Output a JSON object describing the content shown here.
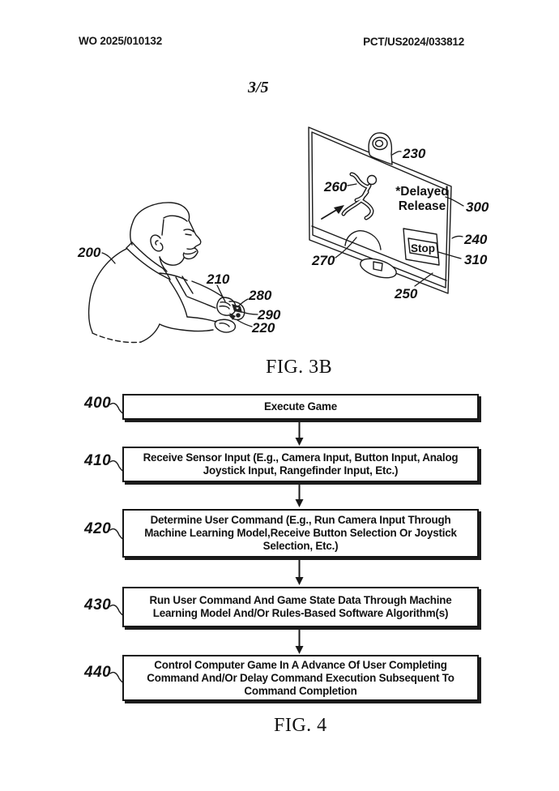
{
  "header": {
    "publication_number": "WO 2025/010132",
    "application_number": "PCT/US2024/033812",
    "sheet": "3/5"
  },
  "fig3b": {
    "caption": "FIG. 3B",
    "refs": {
      "person": "200",
      "controller": "210",
      "hand": "220",
      "camera": "230",
      "display_edge": "240",
      "display_bottom": "250",
      "game_character": "260",
      "display_stand": "270",
      "controller_top": "280",
      "controller_side": "290",
      "annotation": "300",
      "stop_button": "310"
    },
    "screen": {
      "annotation_line1": "*Delayed",
      "annotation_line2": "Release",
      "stop_label": "Stop"
    }
  },
  "fig4": {
    "caption": "FIG. 4",
    "steps": [
      {
        "ref": "400",
        "text": "Execute Game"
      },
      {
        "ref": "410",
        "text": "Receive Sensor Input (E.g., Camera Input, Button Input, Analog Joystick Input, Rangefinder Input, Etc.)"
      },
      {
        "ref": "420",
        "text": "Determine User Command (E.g., Run Camera Input Through Machine Learning Model,Receive Button Selection Or Joystick Selection, Etc.)"
      },
      {
        "ref": "430",
        "text": "Run User Command And Game State Data Through Machine Learning Model And/Or Rules-Based Software Algorithm(s)"
      },
      {
        "ref": "440",
        "text": "Control Computer Game In A Advance Of User Completing Command And/Or Delay Command Execution Subsequent To Command Completion"
      }
    ]
  }
}
